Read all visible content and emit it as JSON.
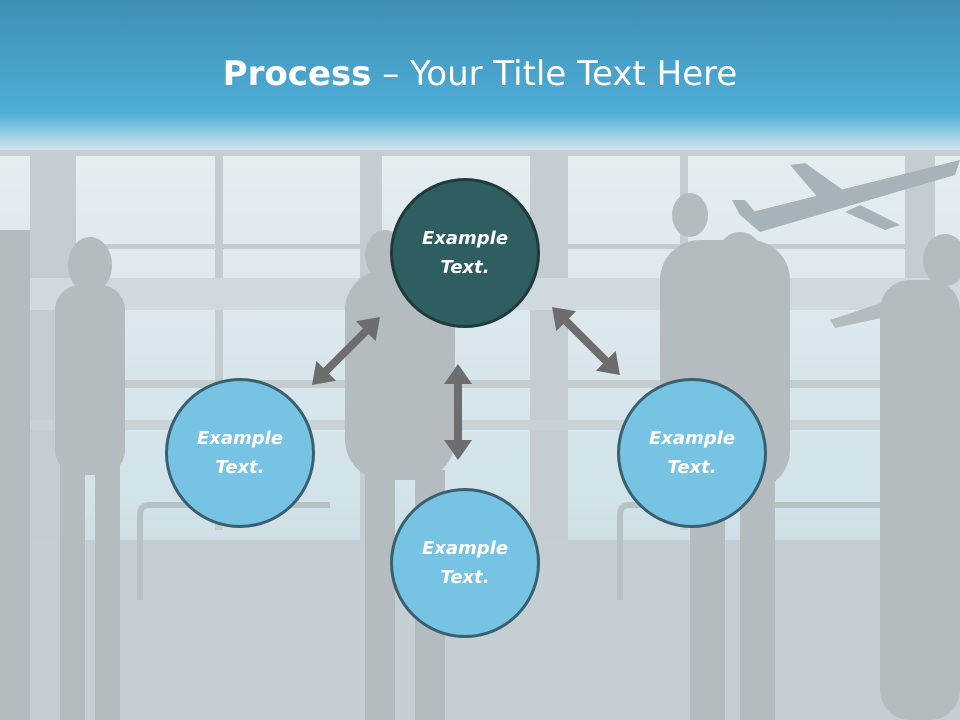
{
  "slide": {
    "title_bold": "Process",
    "title_dash": " – ",
    "title_rest": "Your Title Text Here"
  },
  "nodes": {
    "top": "Example Text.",
    "left": "Example Text.",
    "right": "Example Text.",
    "bottom": "Example Text."
  },
  "colors": {
    "header_blue": "#4aaed6",
    "node_dark": "#2f5e60",
    "node_light": "#77c3e4",
    "arrow_gray": "#6d6d6d"
  }
}
